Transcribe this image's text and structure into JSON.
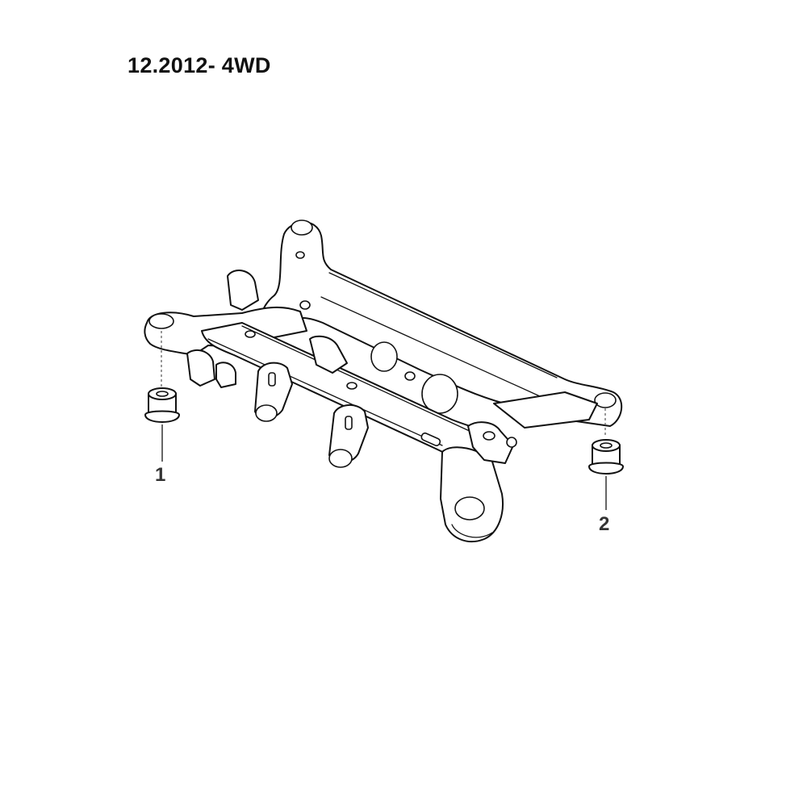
{
  "header": {
    "title": "12.2012- 4WD"
  },
  "callouts": [
    {
      "number": "1"
    },
    {
      "number": "2"
    }
  ],
  "parts": {
    "main": "rear-subframe",
    "item_1": "bushing",
    "item_2": "bushing"
  }
}
